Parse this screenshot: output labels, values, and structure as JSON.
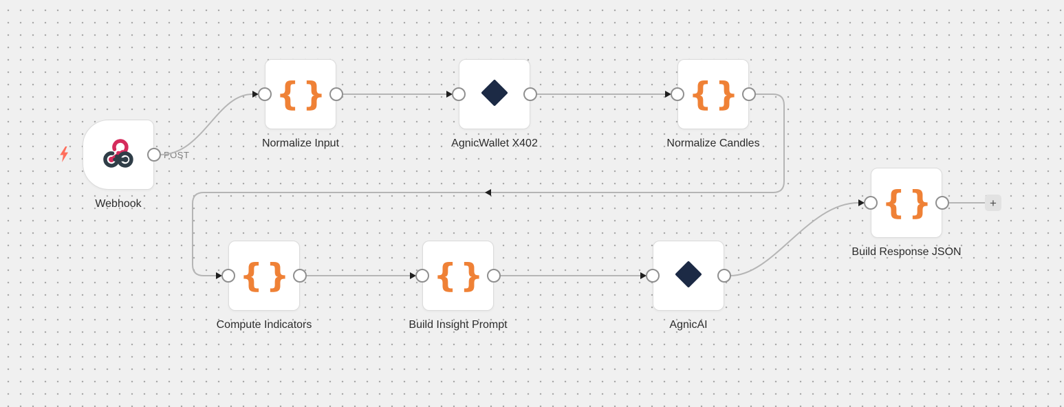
{
  "app": {
    "description": "workflow-editor-canvas"
  },
  "workflow": {
    "nodes": [
      {
        "id": "webhook",
        "label": "Webhook",
        "type": "webhook-trigger",
        "icon": "webhook-icon",
        "output_label": "POST"
      },
      {
        "id": "normalize-input",
        "label": "Normalize Input",
        "type": "code",
        "icon": "code-braces-icon"
      },
      {
        "id": "agnicwallet-x402",
        "label": "AgnicWallet X402",
        "type": "custom",
        "icon": "diamond-icon"
      },
      {
        "id": "normalize-candles",
        "label": "Normalize Candles",
        "type": "code",
        "icon": "code-braces-icon"
      },
      {
        "id": "compute-indicators",
        "label": "Compute Indicators",
        "type": "code",
        "icon": "code-braces-icon"
      },
      {
        "id": "build-insight-prompt",
        "label": "Build Insight Prompt",
        "type": "code",
        "icon": "code-braces-icon"
      },
      {
        "id": "agnicai",
        "label": "AgnicAI",
        "type": "custom",
        "icon": "diamond-icon"
      },
      {
        "id": "build-response-json",
        "label": "Build Response JSON",
        "type": "code",
        "icon": "code-braces-icon"
      }
    ],
    "connections": [
      {
        "from": "webhook",
        "to": "normalize-input"
      },
      {
        "from": "normalize-input",
        "to": "agnicwallet-x402"
      },
      {
        "from": "agnicwallet-x402",
        "to": "normalize-candles"
      },
      {
        "from": "normalize-candles",
        "to": "compute-indicators"
      },
      {
        "from": "compute-indicators",
        "to": "build-insight-prompt"
      },
      {
        "from": "build-insight-prompt",
        "to": "agnicai"
      },
      {
        "from": "agnicai",
        "to": "build-response-json"
      }
    ],
    "add_node_button_label": "+"
  },
  "icons": {
    "code_glyph": "{}"
  },
  "colors": {
    "canvas_background": "#f0f0f0",
    "grid_dot": "#a9a9a9",
    "node_background": "#ffffff",
    "node_border": "#dbdbdb",
    "code_icon_orange": "#ef8136",
    "diamond_navy": "#1c2a45",
    "webhook_pink": "#d52b5c",
    "webhook_slate": "#2f3d47",
    "trigger_bolt_coral": "#ff6e5c",
    "connection_line": "#b5b5b5",
    "arrow_black": "#1f1f1f",
    "label_text": "#2b2b2b",
    "post_label_grey": "#7d7d7d",
    "plus_button_background": "#e2e2e2"
  }
}
